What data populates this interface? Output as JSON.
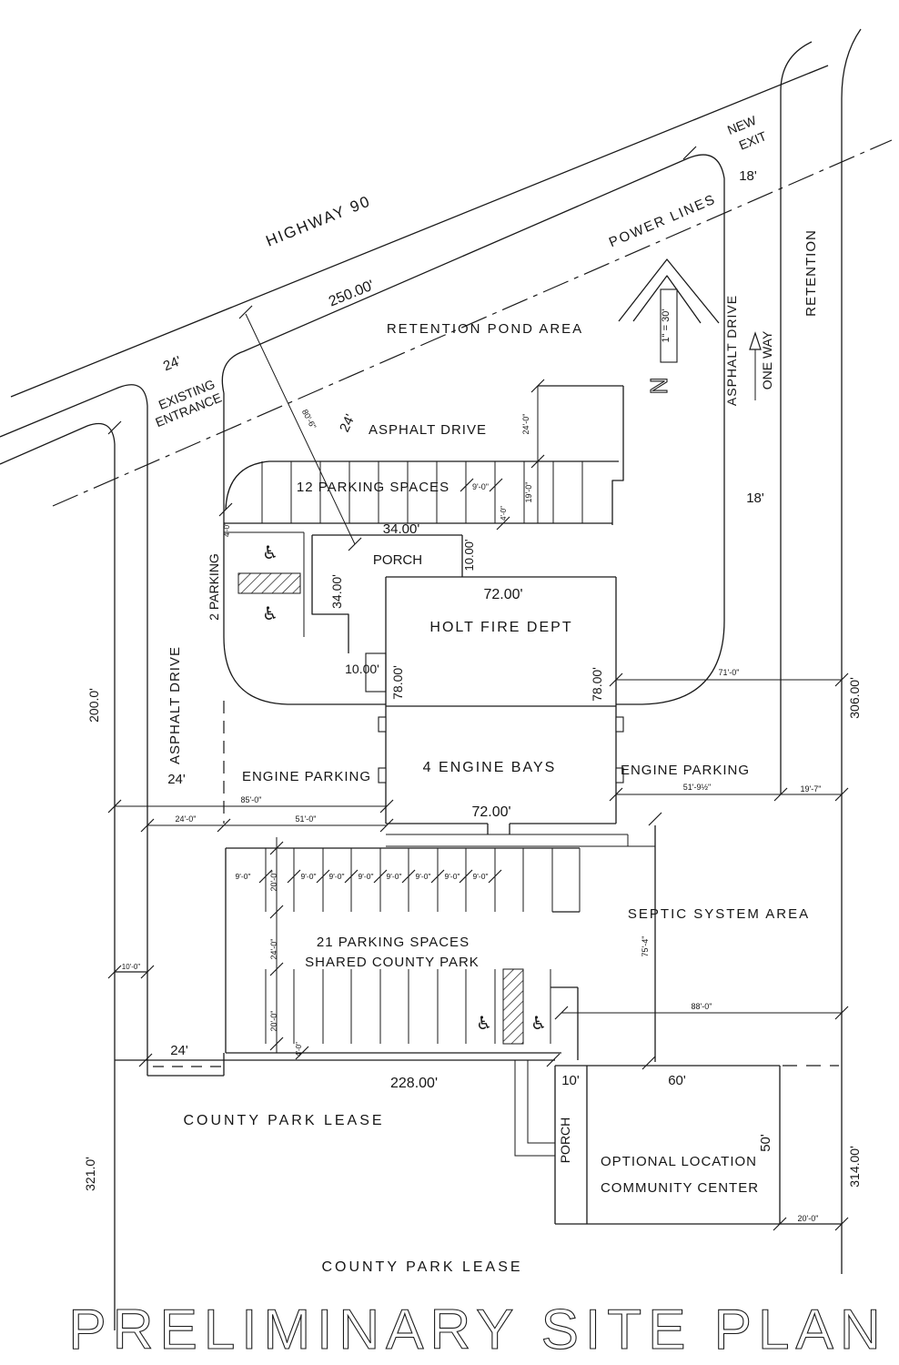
{
  "drawing": {
    "title": "PRELIMINARY SITE PLAN",
    "north": {
      "letter": "N",
      "scale": "1\" = 30'"
    },
    "roads": {
      "highway": "HIGHWAY 90",
      "highway_frontage": "250.00'",
      "power_lines": "POWER LINES",
      "retention_pond": "RETENTION POND AREA",
      "retention": "RETENTION",
      "asphalt_drive": "ASPHALT DRIVE",
      "one_way": "ONE WAY",
      "existing_entrance_width": "24'",
      "existing_entrance_line1": "EXISTING",
      "existing_entrance_line2": "ENTRANCE",
      "new_exit_line1": "NEW",
      "new_exit_line2": "EXIT"
    },
    "site": {
      "fire_dept": "HOLT FIRE DEPT",
      "engine_bays": "4 ENGINE BAYS",
      "engine_parking": "ENGINE PARKING",
      "porch": "PORCH",
      "parking12": "12 PARKING SPACES",
      "parking2": "2 PARKING",
      "parking21_line1": "21 PARKING SPACES",
      "parking21_line2": "SHARED COUNTY PARK",
      "septic": "SEPTIC SYSTEM AREA",
      "community_line1": "OPTIONAL LOCATION",
      "community_line2": "COMMUNITY CENTER",
      "county_lease": "COUNTY PARK LEASE"
    },
    "dims": {
      "d4_0": "4'-0\"",
      "d9_0": "9'-0\"",
      "d10_0": "10'-0\"",
      "d19_0": "19'-0\"",
      "d19_7": "19'-7\"",
      "d20_0": "20'-0\"",
      "d24_0": "24'-0\"",
      "d51_0": "51'-0\"",
      "d51_9": "51'-9½\"",
      "d71_0": "71'-0\"",
      "d75_4": "75'-4\"",
      "d80_6": "80'-6\"",
      "d85_0": "85'-0\"",
      "d88_0": "88'-0\"",
      "d10": "10.00'",
      "d34": "34.00'",
      "d72": "72.00'",
      "d78": "78.00'",
      "d200": "200.0'",
      "d228": "228.00'",
      "d250": "250.00'",
      "d306": "306.00'",
      "d314": "314.00'",
      "d321": "321.0'",
      "d10ft": "10'",
      "d18ft": "18'",
      "d24ft": "24'",
      "d50ft": "50'",
      "d60ft": "60'"
    },
    "icons": {
      "wheelchair": "♿"
    }
  }
}
